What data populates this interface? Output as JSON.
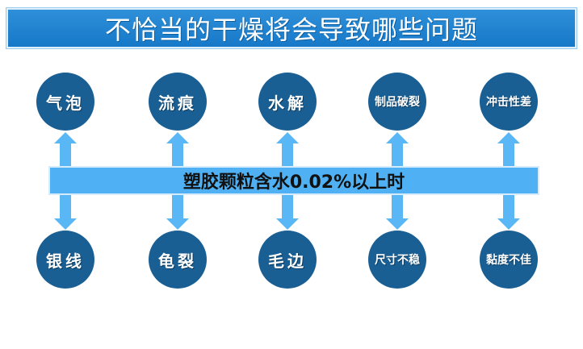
{
  "title": "不恰当的干燥将会导致哪些问题",
  "center_label": "塑胶颗粒含水0.02%以上时",
  "top_nodes": [
    "气泡",
    "流痕",
    "水解",
    "制品破裂",
    "冲击性差"
  ],
  "bottom_nodes": [
    "银线",
    "龟裂",
    "毛边",
    "尺寸不稳",
    "黏度不佳"
  ],
  "colors": {
    "banner": "#1f84d1",
    "bar": "#4fb1f3",
    "node": "#1a5f94",
    "arrow": "#5ab7f5"
  }
}
